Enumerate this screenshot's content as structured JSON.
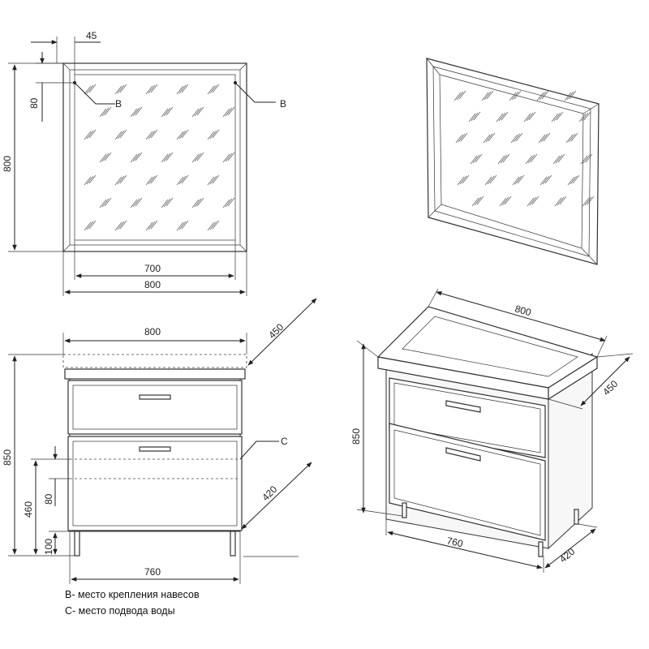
{
  "dimensions": {
    "mirror_frame_offset": "45",
    "mirror_mount_offset": "80",
    "mirror_height": "800",
    "mirror_inner_width": "700",
    "mirror_width": "800",
    "cabinet_top_width": "800",
    "cabinet_depth": "450",
    "cabinet_height": "850",
    "water_inlet_height": "460",
    "water_inlet_gap": "80",
    "leg_height": "100",
    "cabinet_base_depth": "420",
    "cabinet_base_width": "760",
    "iso_width": "800",
    "iso_depth": "450",
    "iso_height": "850",
    "iso_base_width": "760",
    "iso_base_depth": "420"
  },
  "markers": {
    "mount_left": "B",
    "mount_right": "B",
    "water": "C"
  },
  "legend": {
    "line1": "B- место крепления навесов",
    "line2": "С- место подвода воды"
  },
  "colors": {
    "line": "#222222",
    "panel": "#f7f7f7",
    "drawer_front": "#eef0fa"
  }
}
